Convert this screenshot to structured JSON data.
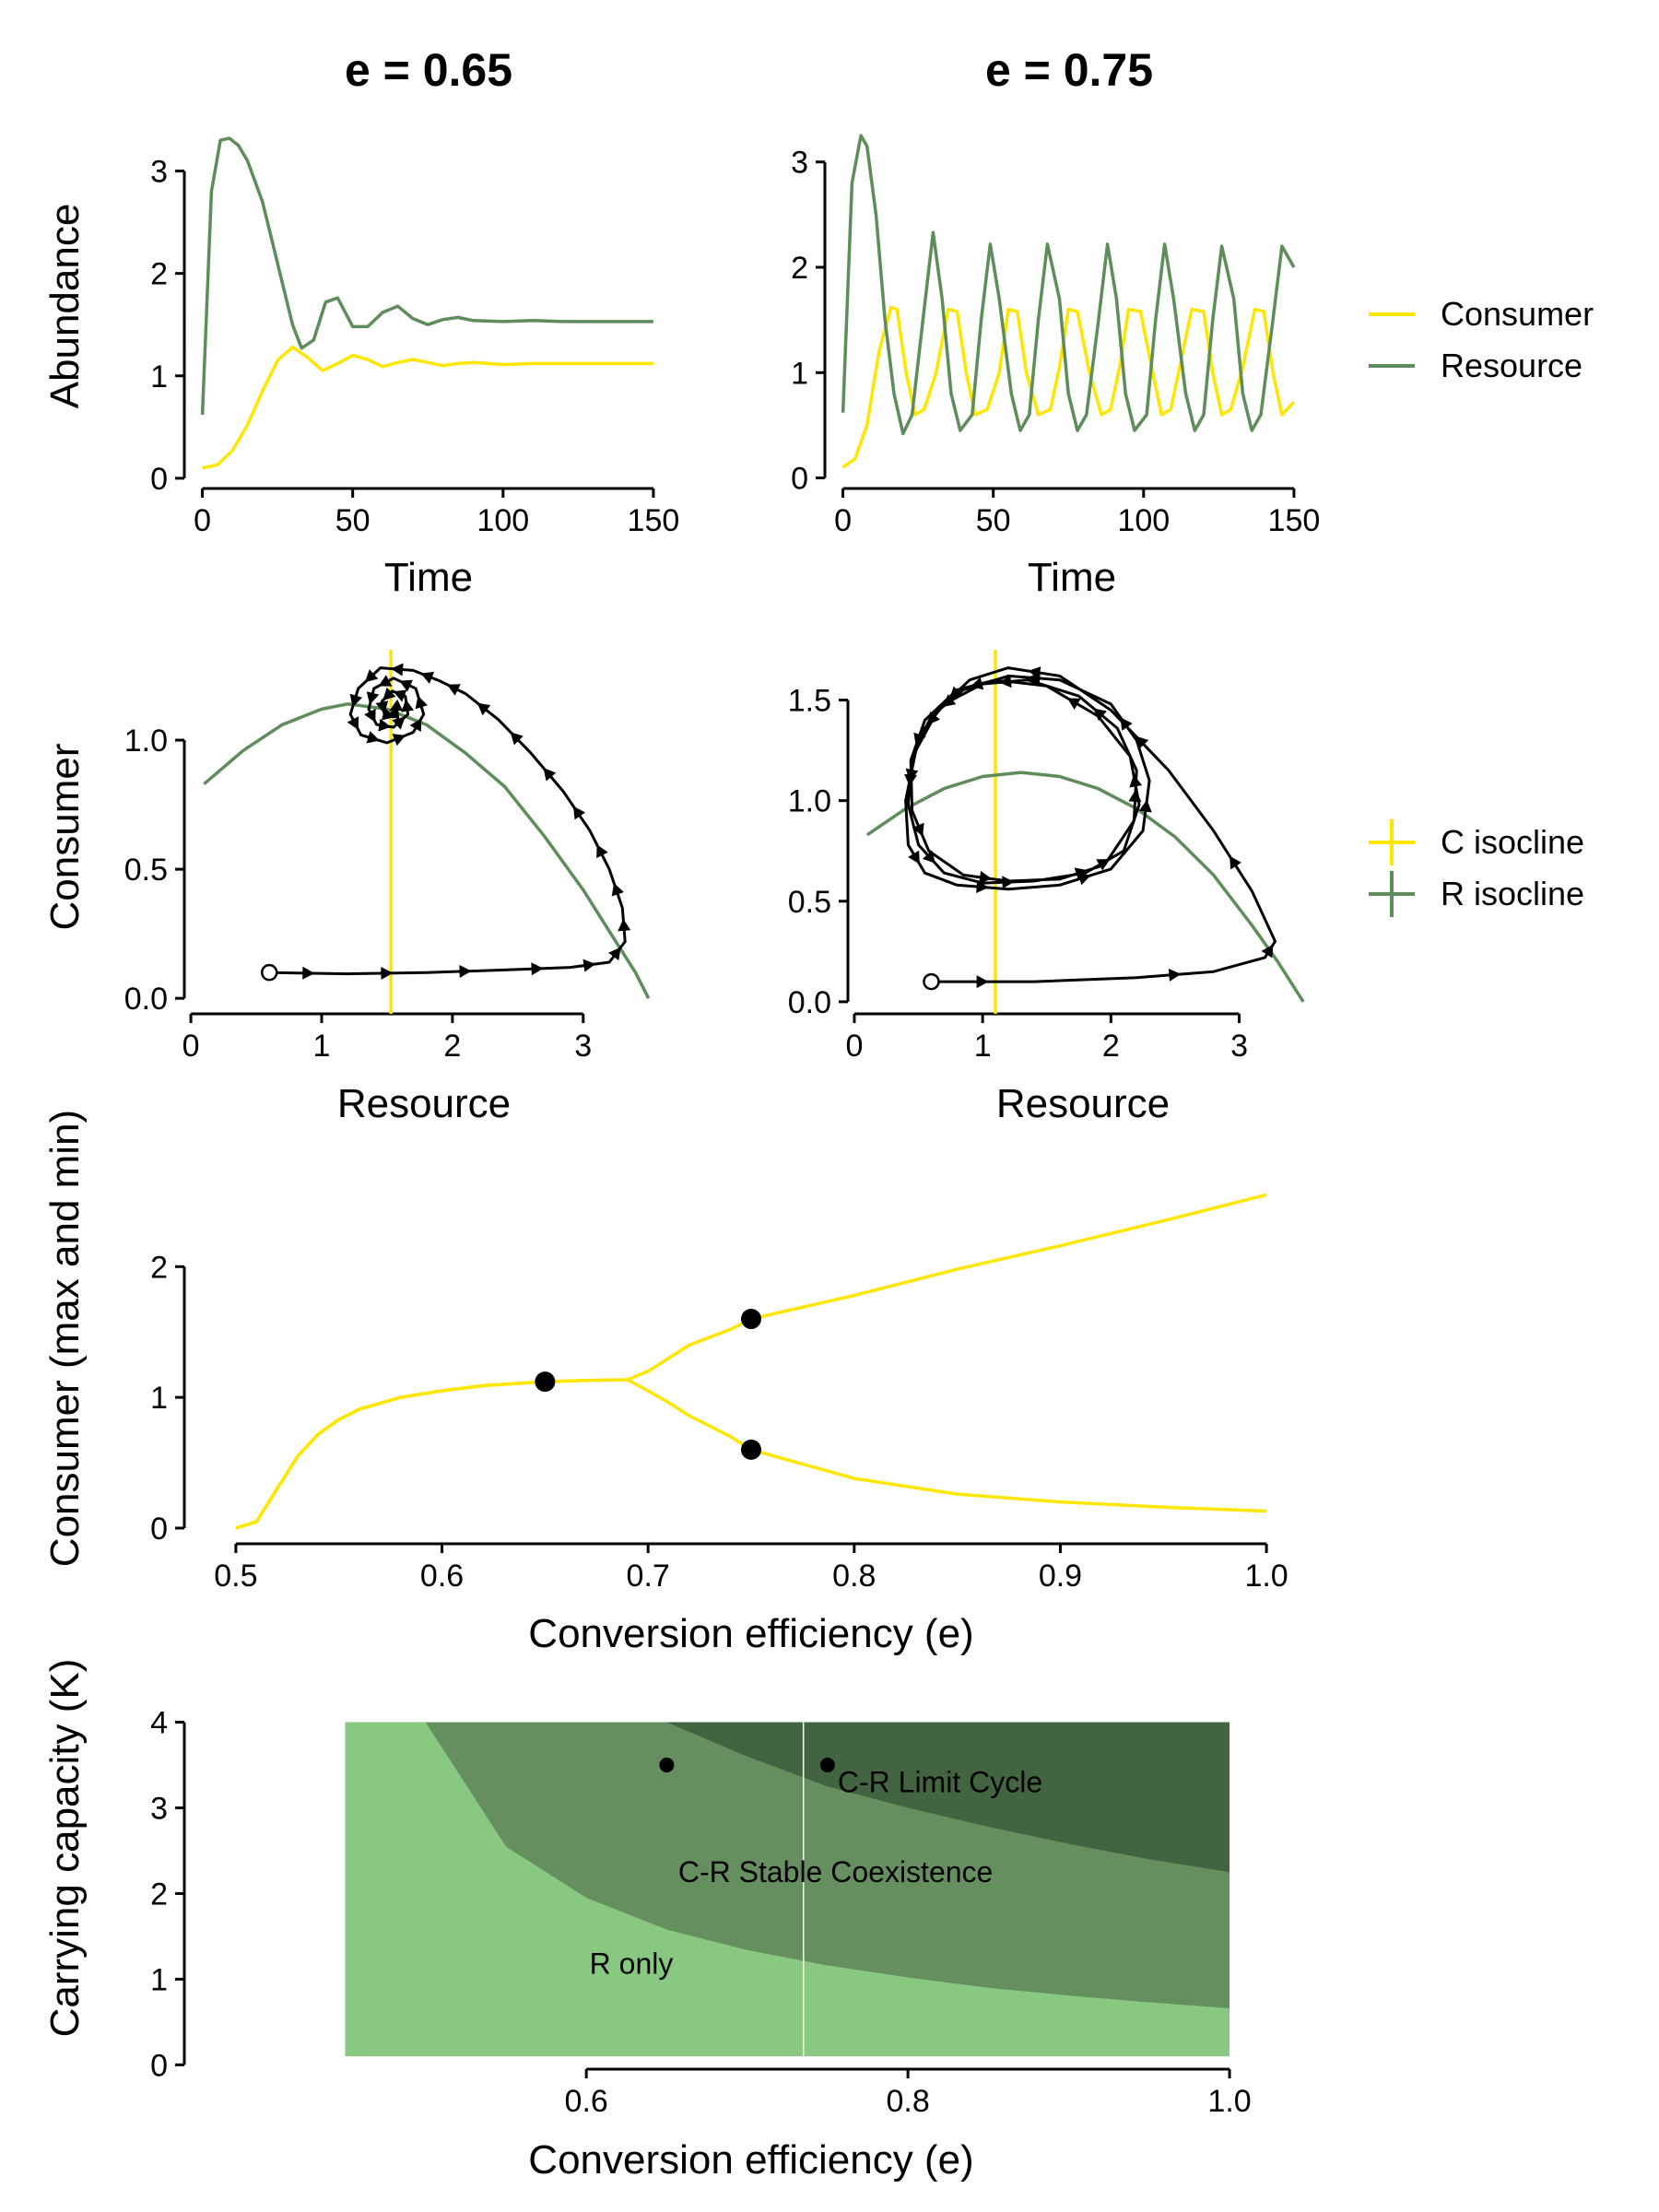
{
  "colors": {
    "consumer": "#FFE600",
    "resource": "#5E8C5A",
    "trajectory": "#000000",
    "region_r_only": "#88C880",
    "region_stable": "#668F60",
    "region_cycle": "#426440",
    "region_boundary": "#FFFFFF"
  },
  "legend_top": {
    "items": [
      {
        "label": "Consumer",
        "color": "#FFE600"
      },
      {
        "label": "Resource",
        "color": "#5E8C5A"
      }
    ]
  },
  "legend_mid": {
    "items": [
      {
        "label": "C isocline",
        "color": "#FFE600"
      },
      {
        "label": "R isocline",
        "color": "#5E8C5A"
      }
    ]
  },
  "chart_data": [
    {
      "id": "timeseries_e065",
      "type": "line",
      "title": "e = 0.65",
      "xlabel": "Time",
      "ylabel": "Abundance",
      "xlim": [
        -6,
        158
      ],
      "ylim": [
        -0.1,
        3.5
      ],
      "xticks": [
        0,
        50,
        100,
        150
      ],
      "yticks": [
        0,
        1,
        2,
        3
      ],
      "series": [
        {
          "name": "Consumer",
          "x": [
            0,
            5,
            10,
            15,
            20,
            25,
            30,
            35,
            40,
            45,
            50,
            55,
            60,
            65,
            70,
            75,
            80,
            85,
            90,
            95,
            100,
            110,
            120,
            130,
            140,
            150
          ],
          "y": [
            0.1,
            0.13,
            0.27,
            0.52,
            0.85,
            1.15,
            1.28,
            1.18,
            1.05,
            1.12,
            1.2,
            1.16,
            1.09,
            1.13,
            1.16,
            1.13,
            1.1,
            1.12,
            1.13,
            1.12,
            1.11,
            1.12,
            1.12,
            1.12,
            1.12,
            1.12
          ]
        },
        {
          "name": "Resource",
          "x": [
            0,
            3,
            6,
            9,
            12,
            15,
            20,
            25,
            30,
            33,
            37,
            41,
            45,
            50,
            55,
            60,
            65,
            70,
            75,
            80,
            85,
            90,
            100,
            110,
            120,
            130,
            140,
            150
          ],
          "y": [
            0.62,
            2.8,
            3.3,
            3.32,
            3.25,
            3.1,
            2.7,
            2.1,
            1.5,
            1.27,
            1.35,
            1.72,
            1.76,
            1.48,
            1.48,
            1.62,
            1.68,
            1.56,
            1.5,
            1.55,
            1.57,
            1.54,
            1.53,
            1.54,
            1.53,
            1.53,
            1.53,
            1.53
          ]
        }
      ]
    },
    {
      "id": "timeseries_e075",
      "type": "line",
      "title": "e = 0.75",
      "xlabel": "Time",
      "ylabel": "",
      "xlim": [
        -6,
        158
      ],
      "ylim": [
        -0.1,
        3.4
      ],
      "xticks": [
        0,
        50,
        100,
        150
      ],
      "yticks": [
        0,
        1,
        2,
        3
      ],
      "series": [
        {
          "name": "Consumer",
          "x": [
            0,
            4,
            8,
            12,
            16,
            18,
            21,
            24,
            27,
            31,
            35,
            38,
            41,
            44,
            48,
            52,
            55,
            58,
            61,
            65,
            69,
            72,
            75,
            78,
            82,
            86,
            89,
            92,
            95,
            99,
            103,
            106,
            109,
            112,
            116,
            120,
            123,
            126,
            129,
            133,
            137,
            140,
            143,
            146,
            150
          ],
          "y": [
            0.1,
            0.18,
            0.5,
            1.2,
            1.62,
            1.6,
            1.0,
            0.6,
            0.65,
            1.0,
            1.6,
            1.58,
            1.0,
            0.6,
            0.65,
            1.0,
            1.6,
            1.58,
            1.0,
            0.6,
            0.65,
            1.05,
            1.6,
            1.58,
            1.0,
            0.6,
            0.65,
            1.05,
            1.6,
            1.58,
            1.0,
            0.6,
            0.65,
            1.05,
            1.6,
            1.58,
            1.0,
            0.6,
            0.65,
            1.05,
            1.6,
            1.58,
            1.0,
            0.6,
            0.72
          ]
        },
        {
          "name": "Resource",
          "x": [
            0,
            3,
            6,
            8,
            11,
            14,
            17,
            20,
            23,
            27,
            30,
            33,
            36,
            39,
            43,
            46,
            49,
            52,
            56,
            59,
            62,
            65,
            68,
            72,
            75,
            78,
            81,
            85,
            88,
            91,
            94,
            97,
            101,
            104,
            107,
            110,
            114,
            117,
            120,
            123,
            126,
            130,
            133,
            136,
            139,
            143,
            146,
            150
          ],
          "y": [
            0.62,
            2.8,
            3.25,
            3.15,
            2.5,
            1.5,
            0.8,
            0.42,
            0.6,
            1.6,
            2.33,
            1.7,
            0.8,
            0.45,
            0.6,
            1.5,
            2.22,
            1.7,
            0.8,
            0.45,
            0.6,
            1.5,
            2.22,
            1.7,
            0.8,
            0.45,
            0.6,
            1.5,
            2.22,
            1.7,
            0.8,
            0.45,
            0.6,
            1.5,
            2.22,
            1.7,
            0.8,
            0.45,
            0.6,
            1.5,
            2.2,
            1.7,
            0.8,
            0.45,
            0.6,
            1.5,
            2.2,
            2.0
          ]
        }
      ]
    },
    {
      "id": "phase_e065",
      "type": "line",
      "xlabel": "Resource",
      "ylabel": "Consumer",
      "xlim": [
        -0.05,
        3.65
      ],
      "ylim": [
        -0.06,
        1.35
      ],
      "xticks": [
        0,
        1,
        2,
        3
      ],
      "yticks": [
        0.0,
        0.5,
        1.0
      ],
      "ytick_labels": [
        "0.0",
        "0.5",
        "1.0"
      ],
      "c_isocline_x": 1.53,
      "r_isocline": {
        "x": [
          0.1,
          0.4,
          0.7,
          1.0,
          1.2,
          1.5,
          1.8,
          2.1,
          2.4,
          2.7,
          3.0,
          3.2,
          3.4,
          3.5
        ],
        "y": [
          0.83,
          0.96,
          1.06,
          1.12,
          1.14,
          1.12,
          1.06,
          0.95,
          0.82,
          0.63,
          0.42,
          0.26,
          0.1,
          0.0
        ]
      },
      "start": {
        "x": 0.6,
        "y": 0.1
      },
      "trajectory": {
        "x": [
          0.6,
          1.2,
          1.8,
          2.4,
          2.9,
          3.2,
          3.32,
          3.3,
          3.2,
          3.05,
          2.85,
          2.6,
          2.35,
          2.1,
          1.9,
          1.7,
          1.45,
          1.28,
          1.22,
          1.3,
          1.5,
          1.7,
          1.78,
          1.72,
          1.55,
          1.4,
          1.36,
          1.42,
          1.55,
          1.66,
          1.64,
          1.54,
          1.46,
          1.48,
          1.55,
          1.58,
          1.54
        ],
        "y": [
          0.1,
          0.095,
          0.1,
          0.11,
          0.12,
          0.14,
          0.22,
          0.35,
          0.5,
          0.65,
          0.8,
          0.95,
          1.08,
          1.18,
          1.23,
          1.27,
          1.28,
          1.2,
          1.1,
          1.02,
          0.99,
          1.03,
          1.1,
          1.2,
          1.24,
          1.2,
          1.12,
          1.06,
          1.05,
          1.1,
          1.17,
          1.19,
          1.15,
          1.1,
          1.09,
          1.13,
          1.12
        ]
      },
      "arrow_every": 1
    },
    {
      "id": "phase_e075",
      "type": "line",
      "xlabel": "Resource",
      "ylabel": "",
      "xlim": [
        -0.05,
        3.65
      ],
      "ylim": [
        -0.06,
        1.75
      ],
      "xticks": [
        0,
        1,
        2,
        3
      ],
      "yticks": [
        0.0,
        0.5,
        1.0,
        1.5
      ],
      "ytick_labels": [
        "0.0",
        "0.5",
        "1.0",
        "1.5"
      ],
      "c_isocline_x": 1.1,
      "r_isocline": {
        "x": [
          0.1,
          0.4,
          0.7,
          1.0,
          1.3,
          1.6,
          1.9,
          2.2,
          2.5,
          2.8,
          3.1,
          3.3,
          3.5
        ],
        "y": [
          0.83,
          0.96,
          1.06,
          1.12,
          1.14,
          1.12,
          1.06,
          0.96,
          0.82,
          0.63,
          0.38,
          0.2,
          0.0
        ]
      },
      "start": {
        "x": 0.6,
        "y": 0.1
      },
      "trajectory": {
        "x": [
          0.6,
          1.4,
          2.2,
          2.8,
          3.2,
          3.28,
          3.1,
          2.8,
          2.45,
          2.0,
          1.6,
          1.2,
          0.9,
          0.65,
          0.48,
          0.4,
          0.42,
          0.55,
          0.8,
          1.2,
          1.6,
          2.0,
          2.25,
          2.3,
          2.2,
          2.0,
          1.6,
          1.2,
          0.85,
          0.6,
          0.45,
          0.42,
          0.5,
          0.7,
          1.0,
          1.4,
          1.8,
          2.1,
          2.22,
          2.15,
          1.9,
          1.5,
          1.1,
          0.8,
          0.55,
          0.44,
          0.45,
          0.58,
          0.85,
          1.2,
          1.6,
          1.95,
          2.18,
          2.2,
          2.05,
          1.75,
          1.35,
          1.0,
          0.7,
          0.5
        ],
        "y": [
          0.1,
          0.1,
          0.12,
          0.15,
          0.22,
          0.3,
          0.55,
          0.85,
          1.15,
          1.45,
          1.62,
          1.66,
          1.6,
          1.45,
          1.25,
          1.0,
          0.78,
          0.64,
          0.58,
          0.56,
          0.58,
          0.66,
          0.85,
          1.1,
          1.3,
          1.48,
          1.6,
          1.62,
          1.55,
          1.42,
          1.22,
          0.98,
          0.78,
          0.64,
          0.59,
          0.6,
          0.64,
          0.75,
          0.98,
          1.22,
          1.42,
          1.57,
          1.6,
          1.55,
          1.4,
          1.2,
          0.95,
          0.75,
          0.63,
          0.6,
          0.61,
          0.68,
          0.9,
          1.15,
          1.36,
          1.52,
          1.6,
          1.58,
          1.48,
          1.32
        ]
      },
      "arrow_every": 2
    },
    {
      "id": "bifurcation",
      "type": "line",
      "xlabel": "Conversion efficiency (e)",
      "ylabel": "Consumer (max and min)",
      "xlim": [
        0.475,
        1.025
      ],
      "ylim": [
        -0.12,
        2.7
      ],
      "xticks": [
        0.5,
        0.6,
        0.7,
        0.8,
        0.9,
        1.0
      ],
      "xtick_labels": [
        "0.5",
        "0.6",
        "0.7",
        "0.8",
        "0.9",
        "1.0"
      ],
      "yticks": [
        0,
        1,
        2
      ],
      "series": [
        {
          "name": "Consumer max",
          "x": [
            0.5,
            0.51,
            0.52,
            0.53,
            0.54,
            0.55,
            0.56,
            0.58,
            0.6,
            0.62,
            0.65,
            0.67,
            0.69,
            0.7,
            0.71,
            0.72,
            0.74,
            0.75,
            0.8,
            0.85,
            0.9,
            0.95,
            1.0
          ],
          "y": [
            0.0,
            0.05,
            0.3,
            0.55,
            0.72,
            0.83,
            0.91,
            1.0,
            1.05,
            1.09,
            1.12,
            1.13,
            1.135,
            1.2,
            1.3,
            1.4,
            1.52,
            1.6,
            1.78,
            1.98,
            2.16,
            2.35,
            2.55
          ]
        },
        {
          "name": "Consumer min",
          "x": [
            0.5,
            0.51,
            0.52,
            0.53,
            0.54,
            0.55,
            0.56,
            0.58,
            0.6,
            0.62,
            0.65,
            0.67,
            0.69,
            0.7,
            0.71,
            0.72,
            0.74,
            0.75,
            0.8,
            0.85,
            0.9,
            0.95,
            1.0
          ],
          "y": [
            0.0,
            0.05,
            0.3,
            0.55,
            0.72,
            0.83,
            0.91,
            1.0,
            1.05,
            1.09,
            1.12,
            1.13,
            1.135,
            1.05,
            0.96,
            0.86,
            0.7,
            0.6,
            0.38,
            0.26,
            0.2,
            0.16,
            0.13
          ]
        }
      ],
      "points": {
        "x": [
          0.65,
          0.75,
          0.75
        ],
        "y": [
          1.12,
          1.6,
          0.6
        ]
      }
    },
    {
      "id": "regions",
      "type": "heatmap",
      "xlabel": "Conversion efficiency (e)",
      "ylabel": "Carrying capacity (K)",
      "xlim": [
        0.35,
        1.055
      ],
      "ylim": [
        -0.05,
        4.2
      ],
      "xticks": [
        0.6,
        0.8,
        1.0
      ],
      "xtick_labels": [
        "0.6",
        "0.8",
        "1.0"
      ],
      "yticks": [
        0,
        1,
        2,
        3,
        4
      ],
      "e_range": [
        0.45,
        1.0
      ],
      "k_range": [
        0.1,
        4.0
      ],
      "boundary_r_only": {
        "e": [
          0.45,
          0.5,
          0.55,
          0.6,
          0.65,
          0.7,
          0.75,
          0.8,
          0.85,
          0.9,
          0.95,
          1.0
        ],
        "k": [
          4.2,
          4.0,
          2.55,
          1.95,
          1.58,
          1.34,
          1.16,
          1.02,
          0.9,
          0.81,
          0.73,
          0.66
        ]
      },
      "boundary_cycle": {
        "e": [
          0.65,
          0.7,
          0.75,
          0.8,
          0.85,
          0.9,
          0.95,
          1.0
        ],
        "k": [
          4.0,
          3.6,
          3.25,
          3.0,
          2.78,
          2.58,
          2.4,
          2.25
        ]
      },
      "vline_e": 0.735,
      "points": {
        "e": [
          0.65,
          0.75
        ],
        "k": [
          3.5,
          3.5
        ]
      },
      "labels": [
        {
          "text": "C-R Limit Cycle",
          "e": 0.82,
          "k": 3.3
        },
        {
          "text": "C-R Stable Coexistence",
          "e": 0.755,
          "k": 2.25
        },
        {
          "text": "R only",
          "e": 0.628,
          "k": 1.18
        }
      ]
    }
  ]
}
